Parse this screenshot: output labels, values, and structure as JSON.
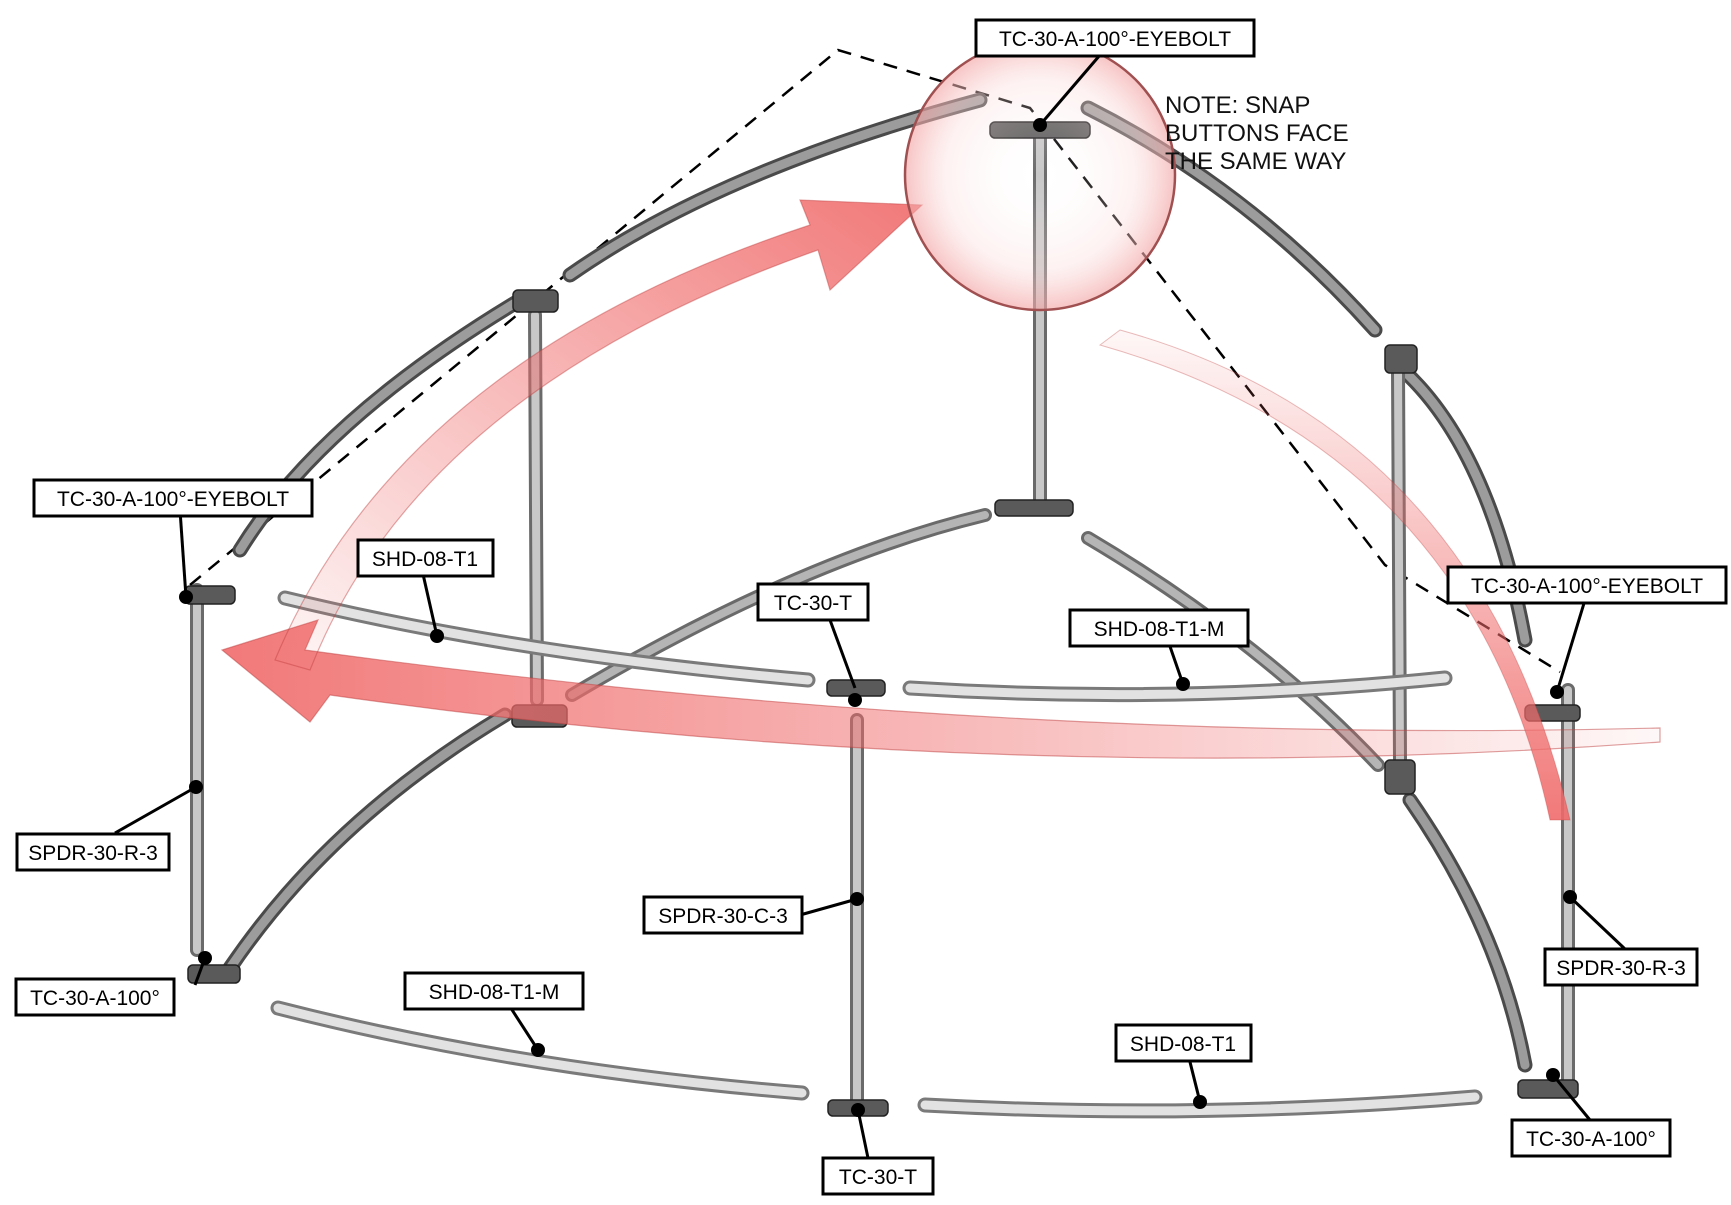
{
  "labels": {
    "top_eyebolt": "TC-30-A-100°-EYEBOLT",
    "left_eyebolt": "TC-30-A-100°-EYEBOLT",
    "right_eyebolt": "TC-30-A-100°-EYEBOLT",
    "upper_left_rail": "SHD-08-T1",
    "mid_tee": "TC-30-T",
    "upper_right_rail": "SHD-08-T1-M",
    "left_spider": "SPDR-30-R-3",
    "center_spider": "SPDR-30-C-3",
    "right_spider": "SPDR-30-R-3",
    "left_elbow": "TC-30-A-100°",
    "lower_left_rail": "SHD-08-T1-M",
    "lower_right_rail": "SHD-08-T1",
    "right_elbow": "TC-30-A-100°",
    "bottom_tee": "TC-30-T"
  },
  "note": {
    "line1": "NOTE: SNAP",
    "line2": "BUTTONS FACE",
    "line3": "THE SAME WAY"
  },
  "colors": {
    "arrow": "#f06a6a",
    "pipe_dark": "#7d7d7d",
    "pipe_light": "#d6d6d6",
    "callout_border": "#000000"
  }
}
